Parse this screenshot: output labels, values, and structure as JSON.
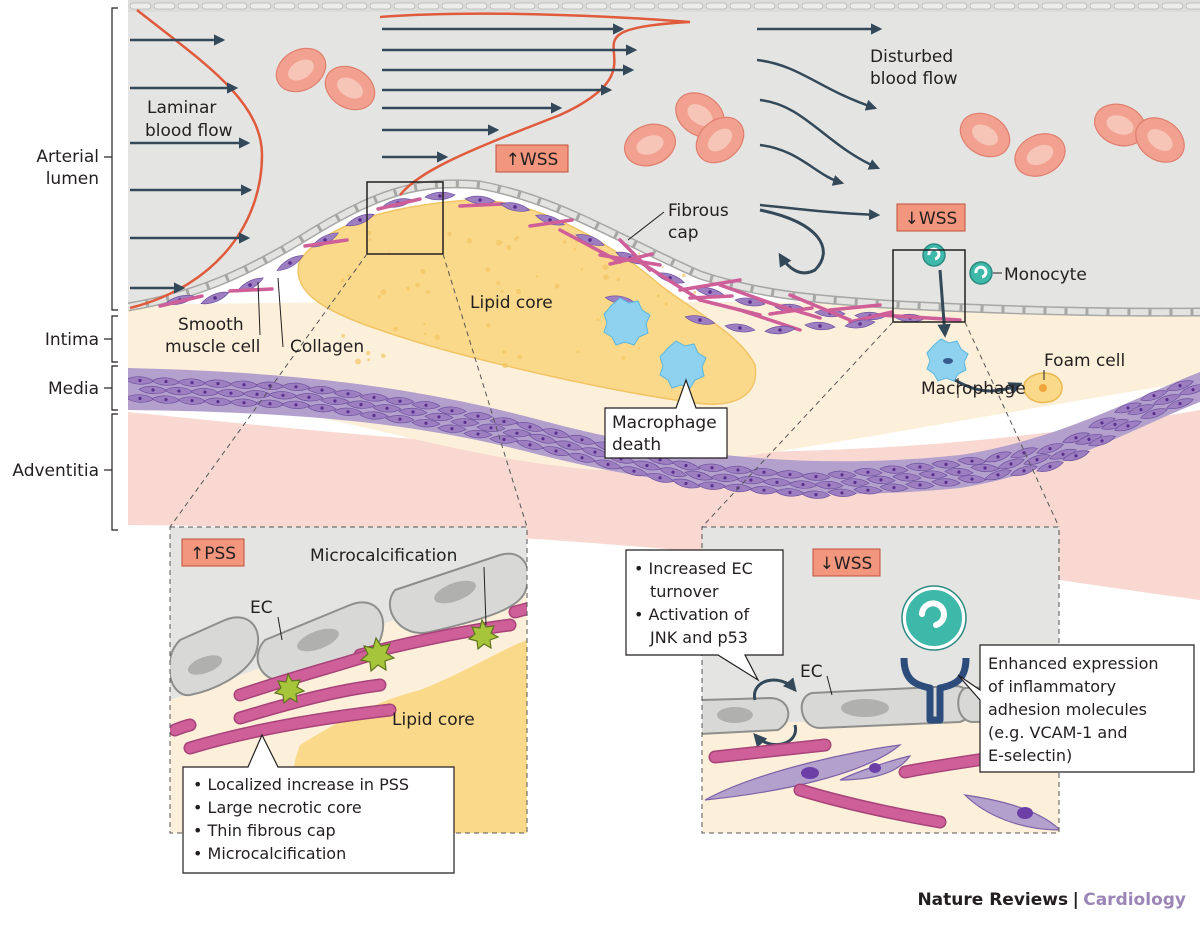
{
  "colors": {
    "lumen": "#e4e4e3",
    "intima": "#fdf0da",
    "lipid": "#fbd98b",
    "adventitia": "#f8d8d1",
    "media": "#b3a0cc",
    "smc": "#9d7fc1",
    "collagen": "#cf5f98",
    "rbc": "#f2a08f",
    "flow_profile": "#e05a3c",
    "arrow": "#33495a",
    "tag_fill": "#f2967d",
    "macrophage": "#8ed2ef",
    "monocyte": "#3db8a9",
    "calcification": "#a6c53a",
    "brand": "#9a85b6"
  },
  "labels": {
    "laminar_flow": [
      "Laminar",
      "blood flow"
    ],
    "disturbed_flow": [
      "Disturbed",
      "blood flow"
    ],
    "wss_up": "↑WSS",
    "wss_down": "↓WSS",
    "fibrous_cap": [
      "Fibrous",
      "cap"
    ],
    "monocyte": "Monocyte",
    "lipid_core": "Lipid core",
    "smooth_muscle_cell": [
      "Smooth",
      "muscle cell"
    ],
    "collagen": "Collagen",
    "macrophage_death": [
      "Macrophage",
      "death"
    ],
    "macrophage": "Macrophage",
    "foam_cell": "Foam cell"
  },
  "layers": {
    "lumen": [
      "Arterial",
      "lumen"
    ],
    "intima": "Intima",
    "media": "Media",
    "adventitia": "Adventitia"
  },
  "inset_left": {
    "tag": "↑PSS",
    "microcalcification": "Microcalcification",
    "ec": "EC",
    "lipid_core": "Lipid core",
    "bullets": [
      "Localized increase in PSS",
      "Large necrotic core",
      "Thin fibrous cap",
      "Microcalcification"
    ]
  },
  "inset_right": {
    "tag": "↓WSS",
    "ec": "EC",
    "bullets": [
      "Increased EC",
      "turnover",
      "Activation of",
      "JNK and p53"
    ],
    "expression": [
      "Enhanced expression",
      "of inflammatory",
      "adhesion molecules",
      "(e.g. VCAM-1 and",
      "E-selectin)"
    ]
  },
  "credit": {
    "journal": "Nature Reviews",
    "separator": "|",
    "section": "Cardiology"
  }
}
